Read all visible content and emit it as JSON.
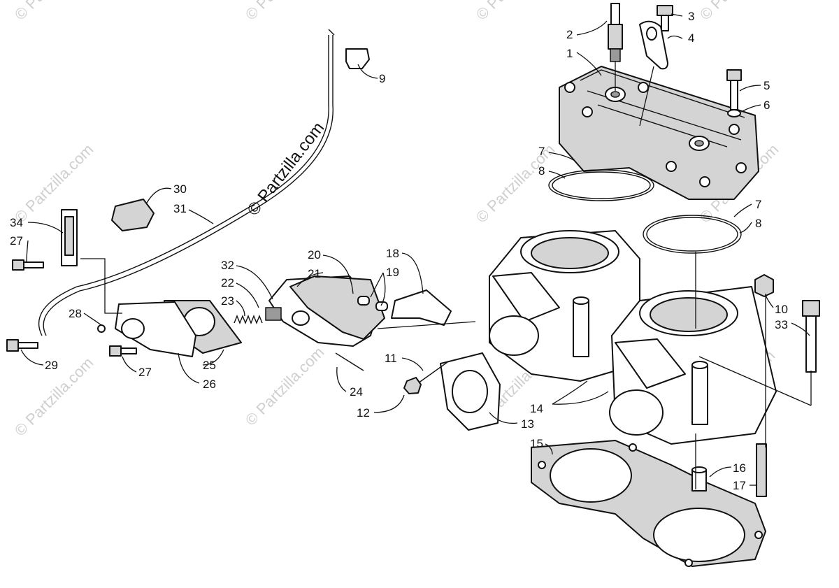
{
  "watermark": {
    "copyright_text": "© Partzilla.com"
  },
  "callouts": [
    "1",
    "2",
    "3",
    "4",
    "5",
    "6",
    "7",
    "8",
    "9",
    "10",
    "11",
    "12",
    "13",
    "14",
    "15",
    "16",
    "17",
    "18",
    "19",
    "20",
    "21",
    "22",
    "23",
    "24",
    "25",
    "26",
    "27",
    "28",
    "29",
    "30",
    "31",
    "32",
    "33",
    "34"
  ]
}
